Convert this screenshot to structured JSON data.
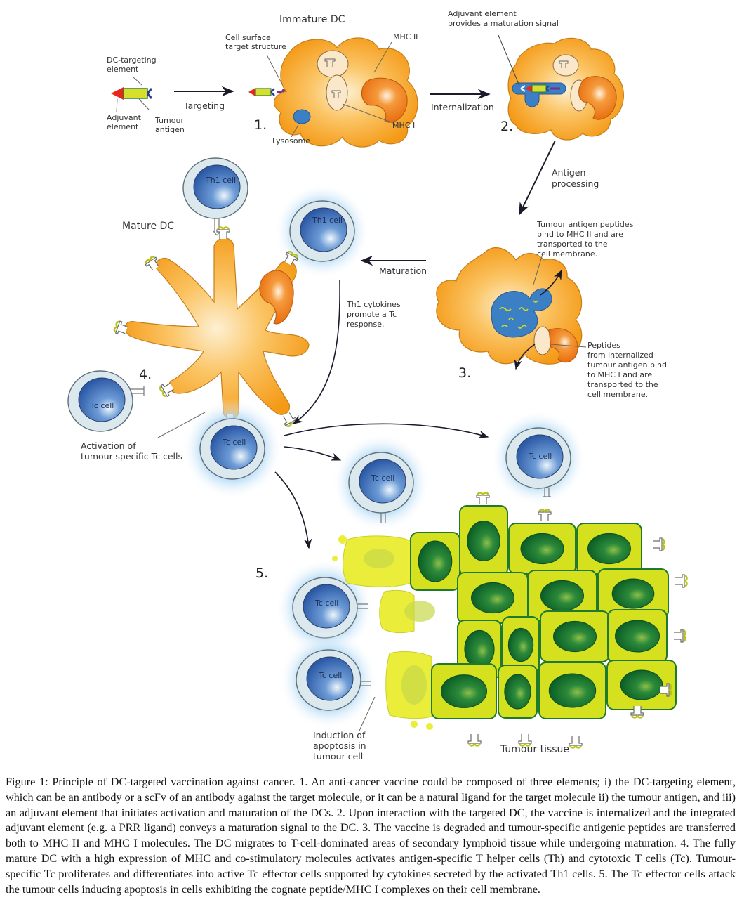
{
  "figure": {
    "step1": {
      "number": "1.",
      "title": "Immature DC",
      "labels": {
        "dc_targeting_element": [
          "DC-targeting",
          "element"
        ],
        "adjuvant_element": [
          "Adjuvant",
          "element"
        ],
        "tumour_antigen": [
          "Tumour",
          "antigen"
        ],
        "cell_surface_target": [
          "Cell surface",
          "target structure"
        ],
        "mhc_ii": "MHC II",
        "mhc_i": "MHC I",
        "lysosome": "Lysosome"
      },
      "arrow_label": "Targeting"
    },
    "step2": {
      "number": "2.",
      "arrow_label": "Internalization",
      "annotation": [
        "Adjuvant element",
        "provides a maturation signal"
      ]
    },
    "step3": {
      "number": "3.",
      "arrow_label": [
        "Antigen",
        "processing"
      ],
      "annotation_top": [
        "Tumour antigen peptides",
        "bind to MHC II and are",
        "transported to the",
        "cell membrane."
      ],
      "annotation_bottom": [
        "Peptides",
        "from internalized",
        "tumour antigen bind",
        "to MHC I and are",
        "transported to the",
        "cell membrane."
      ]
    },
    "step4": {
      "number": "4.",
      "title": "Mature DC",
      "arrow_label": "Maturation",
      "cytokine_note": [
        "Th1 cytokines",
        "promote a Tc",
        "response."
      ],
      "activation_note": [
        "Activation of",
        "tumour-specific Tc cells"
      ],
      "th1_label": "Th1 cell",
      "tc_label": "Tc cell"
    },
    "step5": {
      "number": "5.",
      "tc_label": "Tc cell",
      "apoptosis_note": [
        "Induction of",
        "apoptosis in",
        "tumour cell"
      ],
      "tissue_label": "Tumour tissue"
    },
    "colors": {
      "dc_orange": "#f7a21b",
      "dc_light": "#fde7b5",
      "nucleus_orange": "#ef7d12",
      "lysosome_blue": "#3b7fc4",
      "tcell_outer": "#dbe9ee",
      "tcell_inner": "#3e6fb8",
      "glow": "#8fc8ee",
      "tumour_cell": "#d5e01f",
      "tumour_nucleus": "#0e6b2c",
      "apoptotic_cell": "#eaed3a",
      "adjuvant_red": "#e8261c",
      "antigen_yellow": "#d6e02a",
      "targeting_blue": "#2a3c8f",
      "target_purple": "#7a2e8e"
    }
  },
  "caption": {
    "label": "Figure 1:",
    "text": "Principle of DC-targeted vaccination against cancer. 1. An anti-cancer vaccine could be composed of three elements; i) the DC-targeting element, which can be an antibody or a scFv of an antibody against the target molecule, or it can be a natural ligand for the target molecule ii) the tumour antigen, and iii) an adjuvant element that initiates activation and maturation of the DCs. 2. Upon interaction with the targeted DC, the vaccine is internalized and the integrated adjuvant element (e.g. a PRR ligand) conveys a maturation signal to the DC. 3. The vaccine is degraded and tumour-specific antigenic peptides are transferred both to MHC II and MHC I molecules. The DC migrates to T-cell-dominated areas of secondary lymphoid tissue while undergoing maturation. 4. The fully mature DC with a high expression of MHC and co-stimulatory molecules activates antigen-specific T helper cells (Th) and cytotoxic T cells (Tc). Tumour-specific Tc proliferates and differentiates into active Tc effector cells supported by cytokines secreted by the activated Th1 cells. 5. The Tc effector cells attack the tumour cells inducing apoptosis in cells exhibiting the cognate peptide/MHC I complexes on their cell membrane."
  }
}
